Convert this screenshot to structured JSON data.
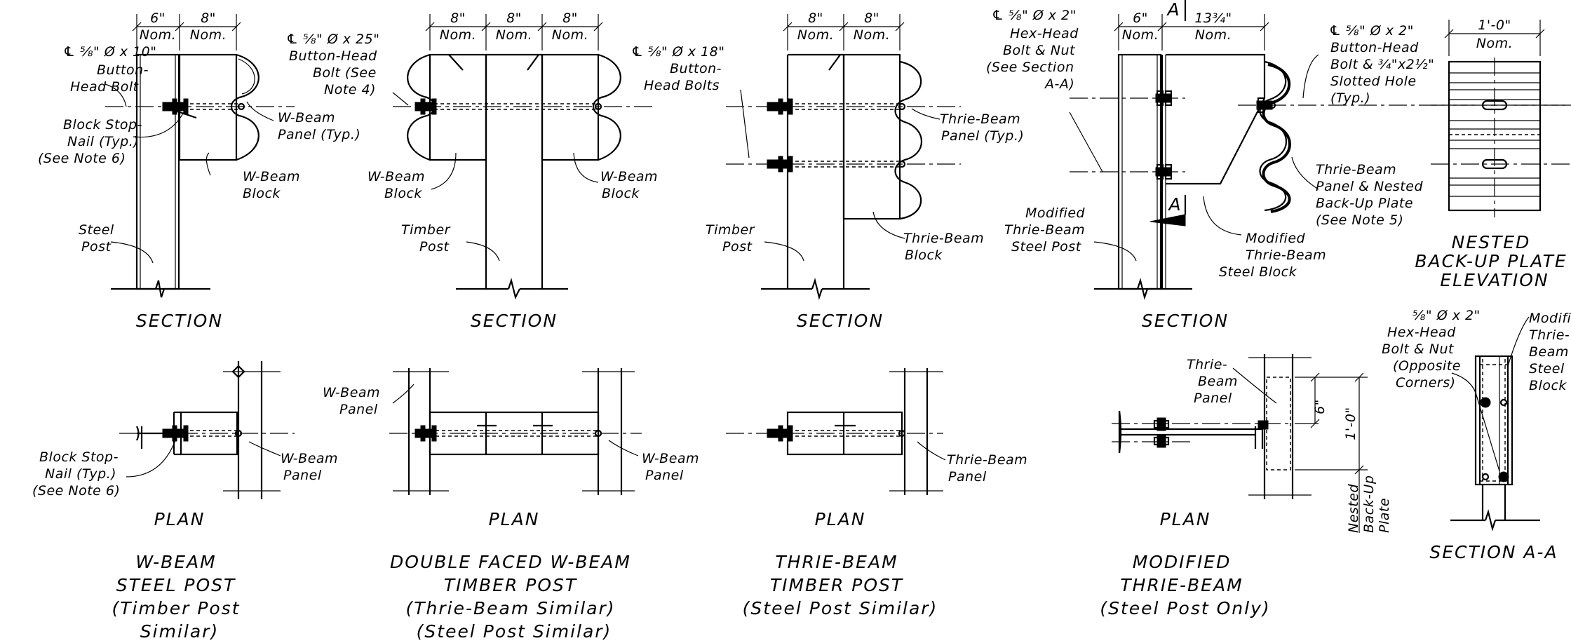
{
  "panels": {
    "wbeam": {
      "dims": [
        "6\"",
        "8\""
      ],
      "dim_nom": "Nom.",
      "section_labels": [
        [
          "℄ ⅝\" Ø x 10\"",
          "Button-",
          "Head Bolt"
        ],
        [
          "Block Stop-",
          "Nail (Typ.)",
          "(See Note 6)"
        ],
        [
          "Steel",
          "Post"
        ],
        [
          "W-Beam",
          "Panel (Typ.)"
        ],
        [
          "W-Beam",
          "Block"
        ]
      ],
      "section_view": "SECTION",
      "plan_labels": [
        [
          "Block Stop-",
          "Nail (Typ.)",
          "(See Note 6)"
        ],
        [
          "W-Beam",
          "Panel"
        ]
      ],
      "plan_view": "PLAN",
      "title": [
        "W-BEAM",
        "STEEL POST",
        "(Timber Post",
        "Similar)"
      ]
    },
    "double": {
      "dims": [
        "8\"",
        "8\"",
        "8\""
      ],
      "dim_nom": "Nom.",
      "section_labels": [
        [
          "℄ ⅝\" Ø x 25\"",
          "Button-Head",
          "Bolt (See",
          "Note 4)"
        ],
        [
          "W-Beam",
          "Block"
        ],
        [
          "Timber",
          "Post"
        ],
        [
          "W-Beam",
          "Block"
        ]
      ],
      "section_view": "SECTION",
      "plan_labels": [
        [
          "W-Beam",
          "Panel"
        ],
        [
          "W-Beam",
          "Panel"
        ]
      ],
      "plan_view": "PLAN",
      "title": [
        "DOUBLE FACED W-BEAM",
        "TIMBER POST",
        "(Thrie-Beam Similar)",
        "(Steel Post Similar)"
      ]
    },
    "thrie": {
      "dims": [
        "8\"",
        "8\""
      ],
      "dim_nom": "Nom.",
      "section_labels": [
        [
          "℄ ⅝\" Ø x 18\"",
          "Button-",
          "Head Bolts"
        ],
        [
          "Timber",
          "Post"
        ],
        [
          "Thrie-Beam",
          "Panel (Typ.)"
        ],
        [
          "Thrie-Beam",
          "Block"
        ]
      ],
      "section_view": "SECTION",
      "plan_labels": [
        [
          "Thrie-Beam",
          "Panel"
        ]
      ],
      "plan_view": "PLAN",
      "title": [
        "THRIE-BEAM",
        "TIMBER POST",
        "(Steel Post Similar)"
      ]
    },
    "modified": {
      "dims": [
        "6\"",
        "13¾\""
      ],
      "dim_nom": "Nom.",
      "section_mark": "A",
      "section_labels": [
        [
          "℄ ⅝\" Ø x 2\"",
          "Hex-Head",
          "Bolt & Nut",
          "(See Section",
          "A-A)"
        ],
        [
          "Modified",
          "Thrie-Beam",
          "Steel Post"
        ],
        [
          "℄ ⅝\" Ø x 2\"",
          "Button-Head",
          "Bolt & ¾\"x2½\"",
          "Slotted Hole",
          "(Typ.)"
        ],
        [
          "Thrie-Beam",
          "Panel & Nested",
          "Back-Up Plate",
          "(See Note 5)"
        ],
        [
          "Modified",
          "Thrie-Beam",
          "Steel Block"
        ]
      ],
      "section_view": "SECTION",
      "plan_labels": [
        [
          "Thrie-",
          "Beam",
          "Panel"
        ]
      ],
      "plan_dims": [
        "6\"",
        "1'-0\""
      ],
      "plan_vertical_label": [
        "Nested",
        "Back-Up",
        "Plate"
      ],
      "plan_view": "PLAN",
      "title": [
        "MODIFIED",
        "THRIE-BEAM",
        "(Steel Post Only)"
      ]
    },
    "nested": {
      "dim": "1'-0\"",
      "dim_nom": "Nom.",
      "title": [
        "NESTED",
        "BACK-UP PLATE",
        "ELEVATION"
      ]
    },
    "sectionAA": {
      "labels": [
        [
          "⅝\" Ø x 2\"",
          "Hex-Head",
          "Bolt & Nut",
          "(Opposite",
          "Corners)"
        ],
        [
          "Modified",
          "Thrie-",
          "Beam",
          "Steel",
          "Block"
        ]
      ],
      "title": "SECTION A-A"
    }
  }
}
